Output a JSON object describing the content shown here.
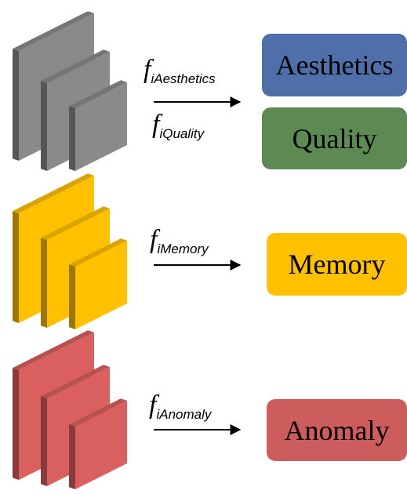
{
  "colors": {
    "gray": "#8a8a8a",
    "yellow": "#ffc000",
    "red": "#d9605f",
    "aesthetics_box": "#4e6fa8",
    "quality_box": "#5c8a52",
    "memory_box": "#ffc000",
    "anomaly_box": "#cd5c5c",
    "arrow": "#000000"
  },
  "groups": [
    {
      "id": "aesthetics-quality",
      "layer_color": "gray",
      "labels": [
        {
          "f": "f",
          "sub": "iAesthetics"
        },
        {
          "f": "f",
          "sub": "iQuality"
        }
      ],
      "outputs": [
        {
          "text": "Aesthetics",
          "color": "aesthetics_box"
        },
        {
          "text": "Quality",
          "color": "quality_box"
        }
      ]
    },
    {
      "id": "memory",
      "layer_color": "yellow",
      "labels": [
        {
          "f": "f",
          "sub": "iMemory"
        }
      ],
      "outputs": [
        {
          "text": "Memory",
          "color": "memory_box"
        }
      ]
    },
    {
      "id": "anomaly",
      "layer_color": "red",
      "labels": [
        {
          "f": "f",
          "sub": "iAnomaly"
        }
      ],
      "outputs": [
        {
          "text": "Anomaly",
          "color": "anomaly_box"
        }
      ]
    }
  ]
}
